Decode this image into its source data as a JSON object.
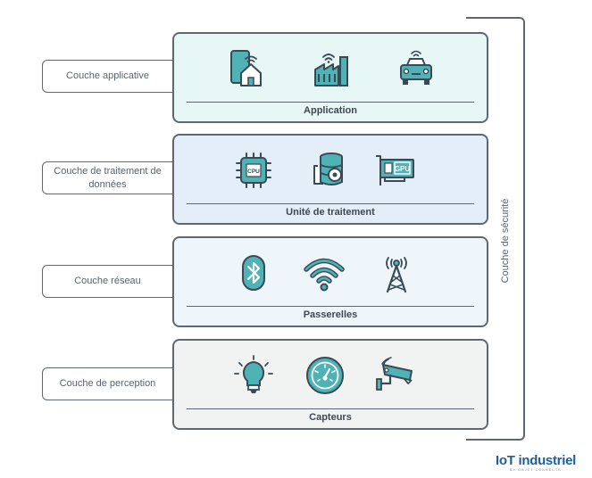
{
  "layers": [
    {
      "label": "Couche applicative",
      "title": "Application",
      "bg": "#e6f7f5",
      "icons": [
        "smart-home-phone-icon",
        "connected-factory-icon",
        "connected-car-icon"
      ]
    },
    {
      "label": "Couche de traitement de données",
      "title": "Unité de traitement",
      "bg": "#e3eef9",
      "icons": [
        "cpu-chip-icon",
        "database-server-icon",
        "gpu-card-icon"
      ],
      "icon_texts": [
        "CPU",
        "GPU"
      ]
    },
    {
      "label": "Couche réseau",
      "title": "Passerelles",
      "bg": "#eef6fb",
      "icons": [
        "bluetooth-icon",
        "wifi-icon",
        "antenna-tower-icon"
      ]
    },
    {
      "label": "Couche de perception",
      "title": "Capteurs",
      "bg": "#f1f3f3",
      "icons": [
        "light-bulb-icon",
        "gauge-icon",
        "security-camera-icon"
      ]
    }
  ],
  "security_label": "Couche de sécurité",
  "logo": {
    "main": "IoT industriel",
    "sub": "BY OBJET CONNECTE"
  },
  "colors": {
    "stroke": "#5f6870",
    "icon_fill": "#4fb3b6",
    "icon_stroke": "#3a4a55",
    "logo": "#1f5f99"
  }
}
